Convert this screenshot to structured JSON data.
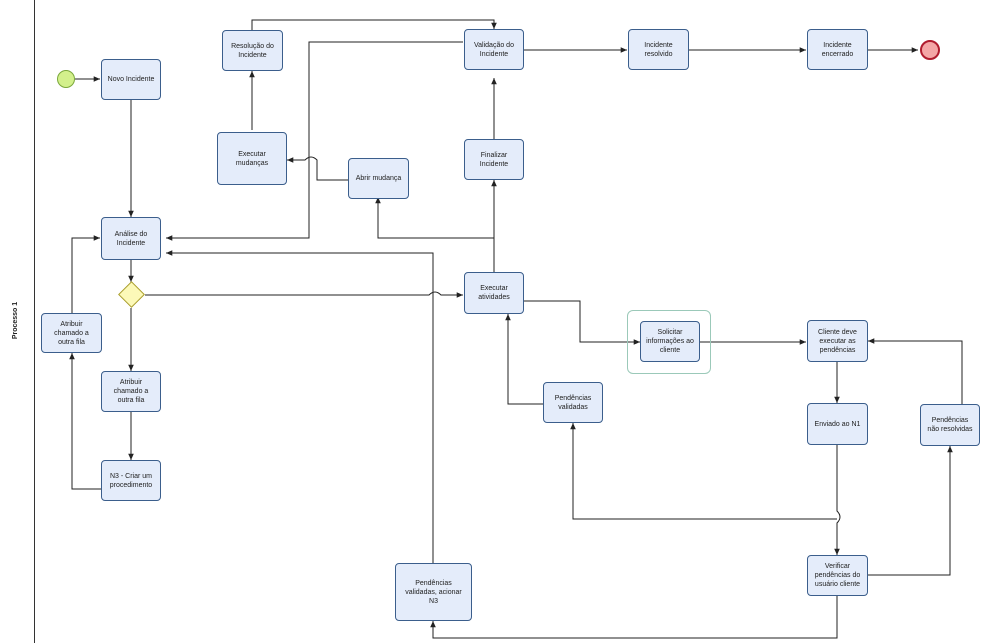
{
  "pool": {
    "lane_label": "Processo 1"
  },
  "tasks": {
    "novo_incidente": "Novo Incidente",
    "resolucao_incidente": "Resolução do Incidente",
    "validacao_incidente": "Validação do Incidente",
    "incidente_resolvido": "Incidente resolvido",
    "incidente_encerrado": "Incidente encerrado",
    "executar_mudancas": "Executar mudanças",
    "abrir_mudanca": "Abrir mudança",
    "finalizar_incidente": "Finalizar Incidente",
    "analise_incidente": "Análise do Incidente",
    "atribuir_outra_fila_left": "Atribuir chamado a outra fila",
    "executar_atividades": "Executar atividades",
    "solicitar_informacoes": "Solicitar informações ao cliente",
    "cliente_executar": "Cliente deve executar as pendências",
    "atribuir_outra_fila": "Atribuir chamado a outra fila",
    "pendencias_validadas": "Pendências validadas",
    "enviado_n1": "Enviado ao N1",
    "pendencias_nao_resolvidas": "Pendências não resolvidas",
    "n3_criar_procedimento": "N3 - Criar um procedimento",
    "verificar_pendencias": "Verificar pendências do usuário cliente",
    "pendencias_validadas_n3": "Pendências validadas, acionar N3"
  },
  "colors": {
    "task_fill": "#e4ecfa",
    "task_border": "#3b5e8c",
    "start_fill": "#d3f08c",
    "end_fill": "#f4a6a6",
    "end_border": "#b01c2e",
    "gateway_fill": "#fcf9b8",
    "edge": "#222222",
    "group_border": "#9bc9b9"
  }
}
